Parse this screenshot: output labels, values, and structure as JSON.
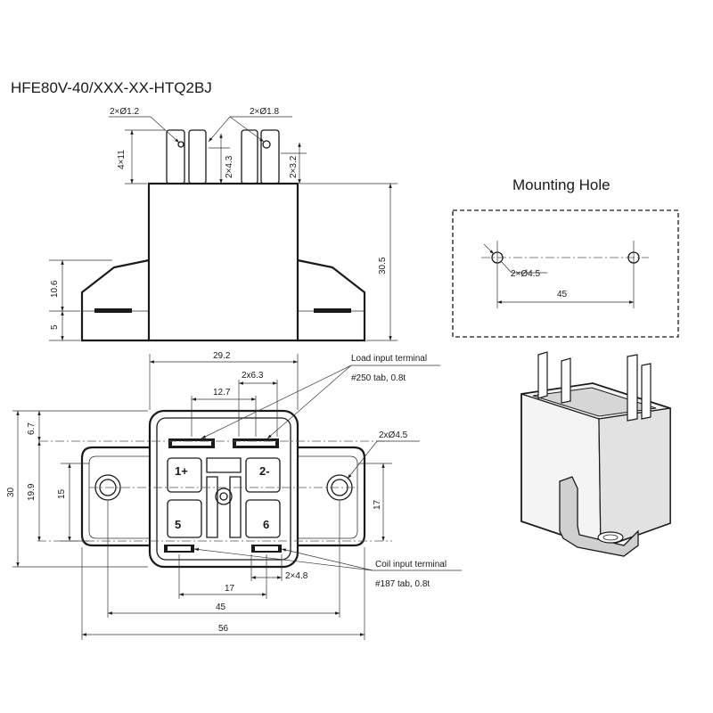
{
  "title": "HFE80V-40/XXX-XX-HTQ2BJ",
  "mounting_hole": {
    "heading": "Mounting Hole",
    "hole_label": "2×Ø4.5",
    "spacing": "45"
  },
  "side_view": {
    "pin_hole_a": "2×Ø1.2",
    "pin_hole_b": "2×Ø1.8",
    "pin_length": "4×11",
    "tab_a": "2×4.3",
    "tab_b": "2×3.2",
    "height": "30.5",
    "flange_height": "10.6",
    "base_height": "5"
  },
  "bottom_view": {
    "body_width": "29.2",
    "tab_width": "2x6.3",
    "load_pitch": "12.7",
    "load_terminal_label": "Load input terminal",
    "load_terminal_spec": "#250 tab, 0.8t",
    "hole_label": "2xØ4.5",
    "height_total": "30",
    "height_outer": "19.9",
    "height_inner": "15",
    "top_offset": "6.7",
    "hole_offset": "17",
    "coil_terminal_label": "Coil input terminal",
    "coil_terminal_spec": "#187 tab, 0.8t",
    "coil_tab_width": "2×4.8",
    "coil_pitch": "17",
    "hole_pitch": "45",
    "overall_width": "56",
    "pins": [
      "1+",
      "2-",
      "5",
      "6"
    ]
  }
}
